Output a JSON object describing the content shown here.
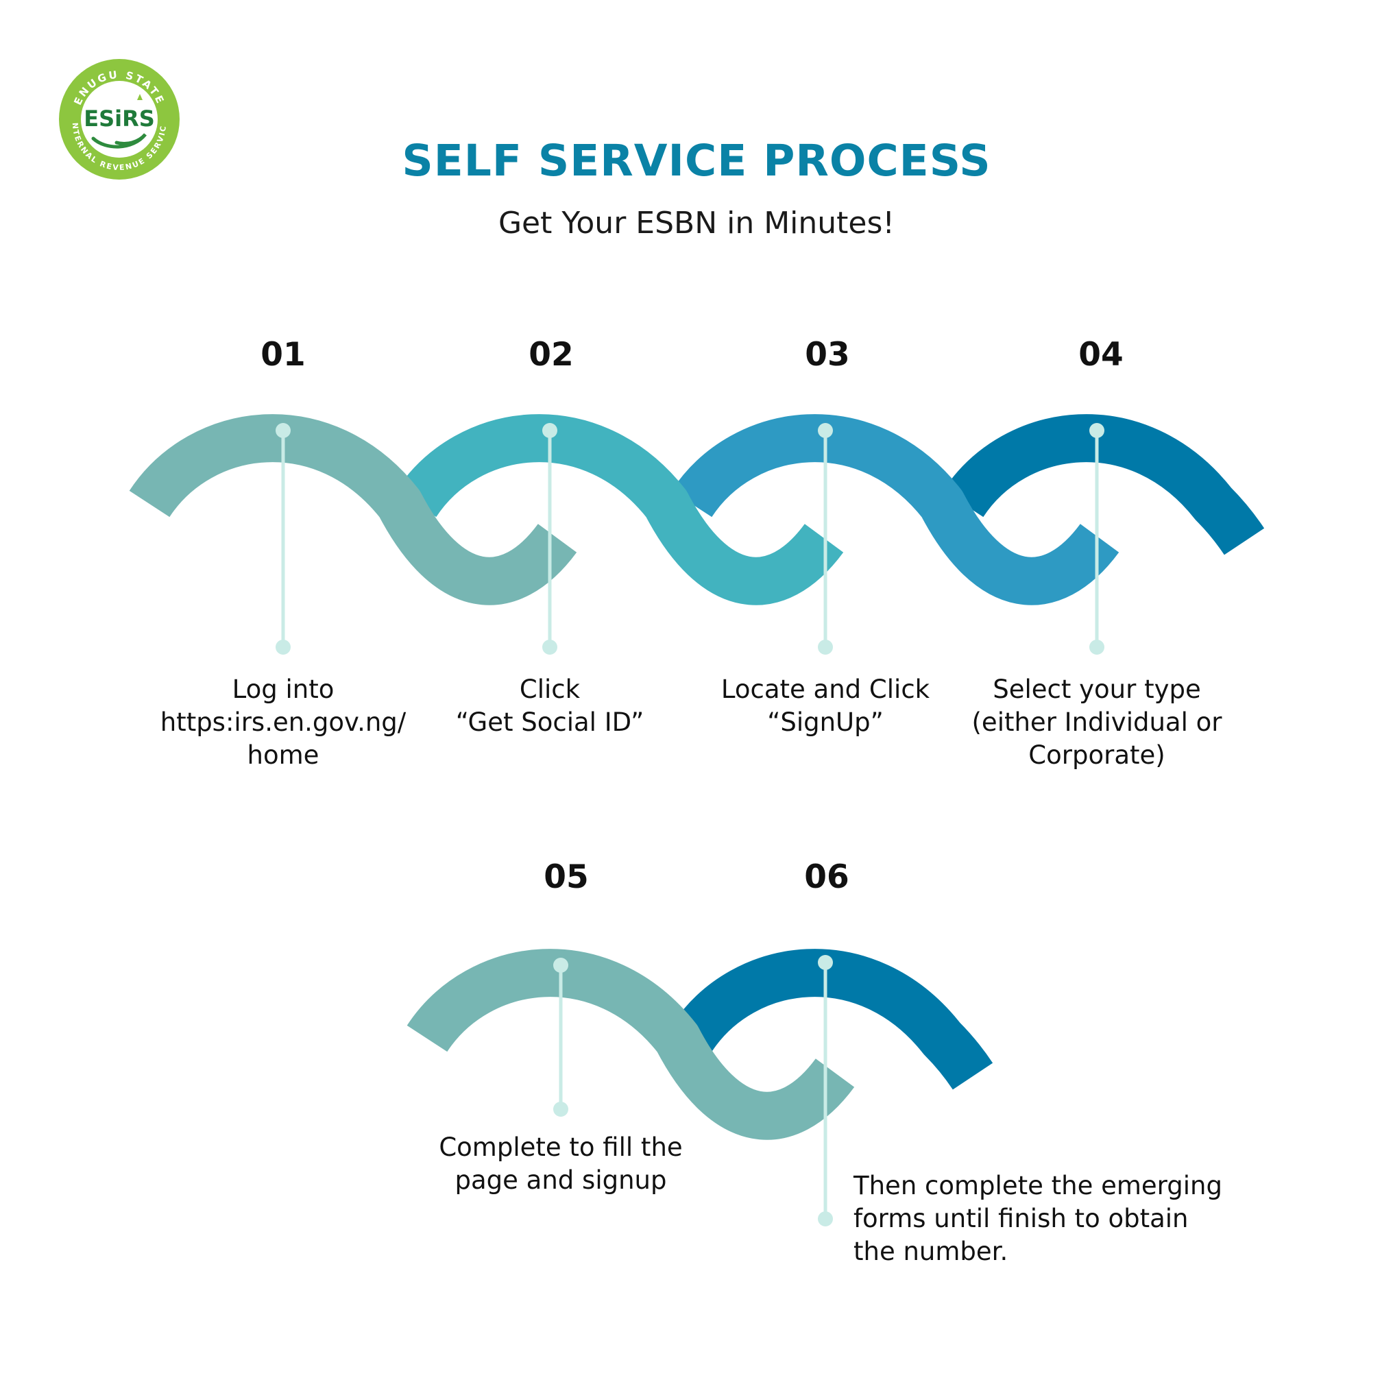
{
  "logo": {
    "ring_text_top": "ENUGU STATE",
    "ring_text_bottom": "INTERNAL REVENUE SERVICE",
    "wordmark": "ESiRS",
    "colors": {
      "ring": "#8dc63f",
      "inner": "#ffffff",
      "wordmark": "#1f7a3a",
      "hand": "#2e8b3e"
    }
  },
  "header": {
    "title": "SELF SERVICE PROCESS",
    "subtitle": "Get Your ESBN in Minutes!"
  },
  "colors": {
    "title": "#0a82a6",
    "stem": "#c9ebe6",
    "step1": "#77b6b3",
    "step2": "#42b3bf",
    "step3": "#2e9ac3",
    "step4": "#0079a8"
  },
  "steps": [
    {
      "number": "01",
      "text": "Log into\nhttps:irs.en.gov.ng/\nhome",
      "color": "#77b6b3"
    },
    {
      "number": "02",
      "text": "Click\n“Get Social ID”",
      "color": "#42b3bf"
    },
    {
      "number": "03",
      "text": "Locate and Click\n“SignUp”",
      "color": "#2e9ac3"
    },
    {
      "number": "04",
      "text": "Select your type\n(either Individual or\nCorporate)",
      "color": "#0079a8"
    },
    {
      "number": "05",
      "text": "Complete to fill the\npage and signup",
      "color": "#77b6b3"
    },
    {
      "number": "06",
      "text": "Then complete the emerging\nforms until finish to obtain\nthe number.",
      "color": "#0079a8"
    }
  ]
}
